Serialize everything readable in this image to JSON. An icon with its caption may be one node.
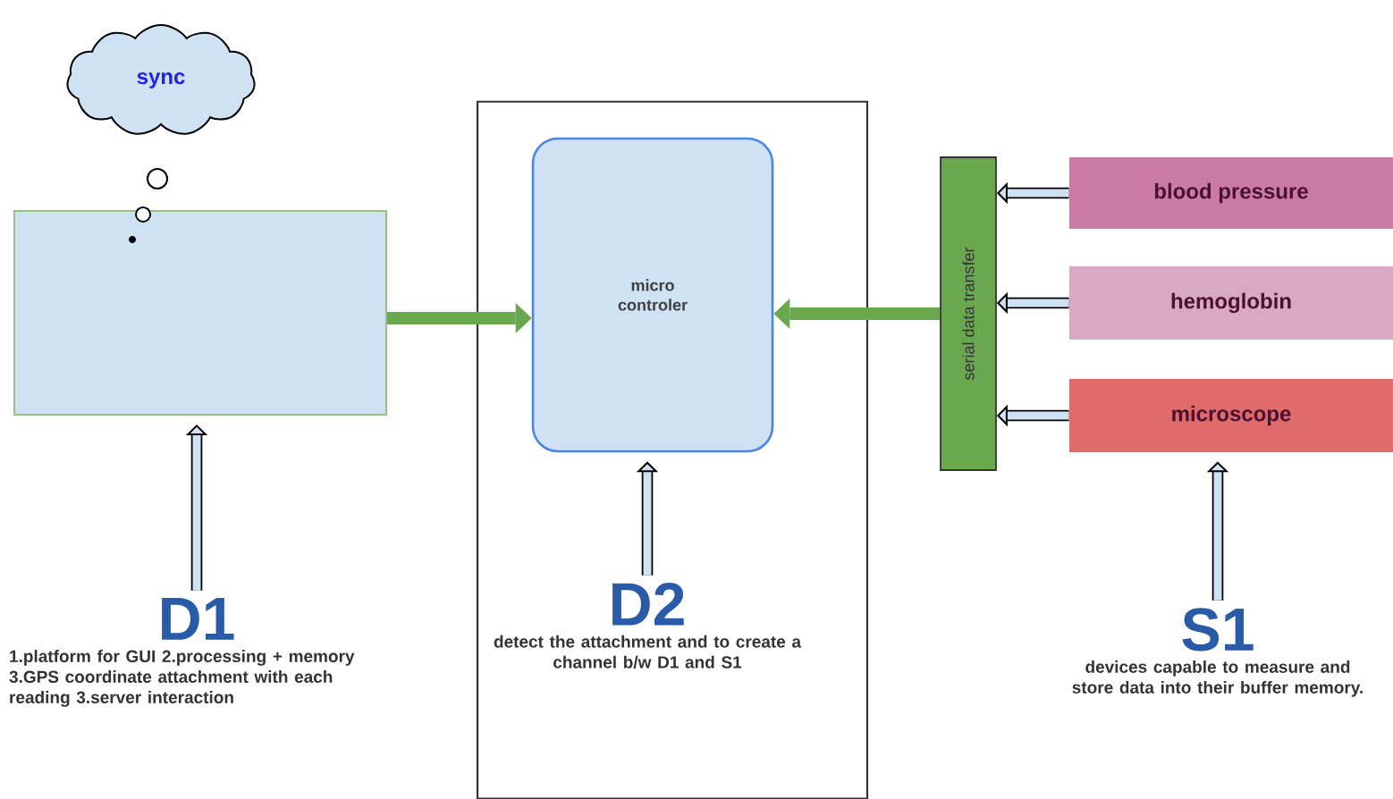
{
  "diagram": {
    "nodes": [
      {
        "text": [
          "sync"
        ]
      },
      {
        "text": [],
        "shape": "box"
      },
      {
        "text": [],
        "shape": "box"
      },
      {
        "text": [
          "micro controler"
        ],
        "in": 2
      },
      {
        "text": [
          "serial data transfer"
        ]
      },
      {
        "text": [
          "blood pressure"
        ]
      },
      {
        "text": [
          "hemoglobin"
        ]
      },
      {
        "text": [
          "microscope"
        ]
      },
      {
        "text": [
          "D1",
          "1.platform for GUI 2.processing + memory 3.GPS coordinate attachment with each reading 3.server interaction"
        ]
      },
      {
        "text": [
          "D2",
          "detect the attachment and to create a channel b/w D1 and S1"
        ],
        "in": 2
      },
      {
        "text": [
          "S1",
          "devices capable to measure and store data into their buffer memory."
        ]
      }
    ],
    "edges": [
      {
        "from": 1,
        "to": 3,
        "arrow": "to",
        "color": "#6aa84f"
      },
      {
        "from": 4,
        "to": 3,
        "arrow": "to",
        "color": "#6aa84f"
      },
      {
        "from": 5,
        "to": 4,
        "arrow": "to"
      },
      {
        "from": 6,
        "to": 4,
        "arrow": "to"
      },
      {
        "from": 7,
        "to": 4,
        "arrow": "to"
      },
      {
        "from": 8,
        "to": 1,
        "arrow": "to"
      },
      {
        "from": 9,
        "to": 3,
        "arrow": "to"
      },
      {
        "from": 10,
        "to": 7,
        "arrow": "to"
      }
    ]
  }
}
